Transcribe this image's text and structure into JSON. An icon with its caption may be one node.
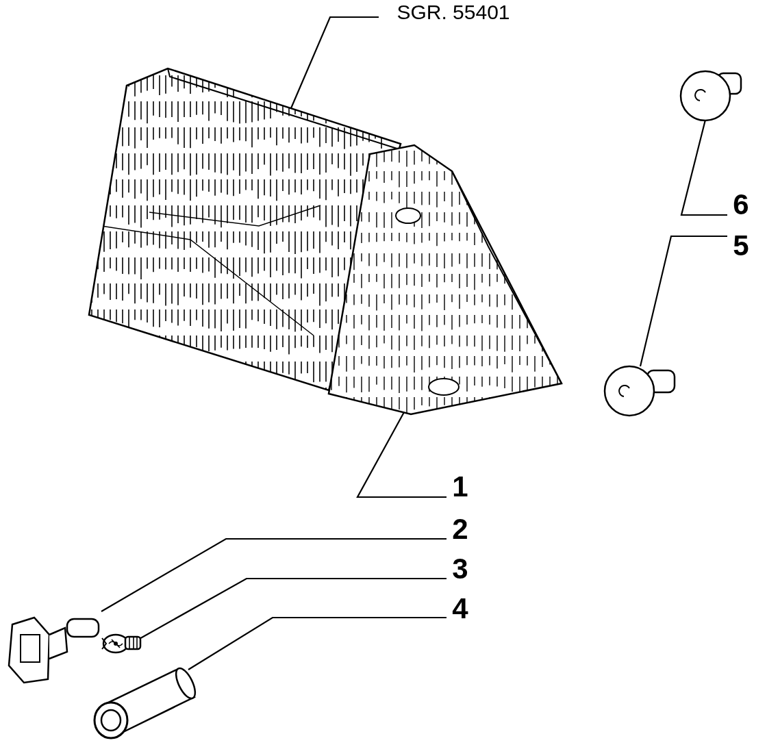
{
  "diagram": {
    "nodes": [
      {
        "text": [
          "SGR. 55401"
        ]
      },
      {
        "text": [],
        "shape": "picture"
      },
      {
        "text": [],
        "shape": "picture"
      },
      {
        "text": [
          "1"
        ]
      },
      {
        "text": [
          "2"
        ]
      },
      {
        "text": [
          "3"
        ]
      },
      {
        "text": [
          "4"
        ]
      },
      {
        "text": [
          "5"
        ]
      },
      {
        "text": [
          "6"
        ]
      },
      {
        "text": [],
        "shape": "picture"
      },
      {
        "text": [],
        "shape": "picture"
      },
      {
        "text": [],
        "shape": "picture"
      },
      {
        "text": [],
        "shape": "picture"
      },
      {
        "text": [],
        "shape": "picture"
      }
    ],
    "edges": [
      {
        "from": 0,
        "to": 1,
        "arrow": "none"
      },
      {
        "from": 3,
        "to": 2,
        "arrow": "none"
      },
      {
        "from": 4,
        "to": 11,
        "arrow": "none"
      },
      {
        "from": 5,
        "to": 12,
        "arrow": "none"
      },
      {
        "from": 6,
        "to": 13,
        "arrow": "none"
      },
      {
        "from": 7,
        "to": 10,
        "arrow": "none"
      },
      {
        "from": 8,
        "to": 9,
        "arrow": "none"
      }
    ]
  }
}
